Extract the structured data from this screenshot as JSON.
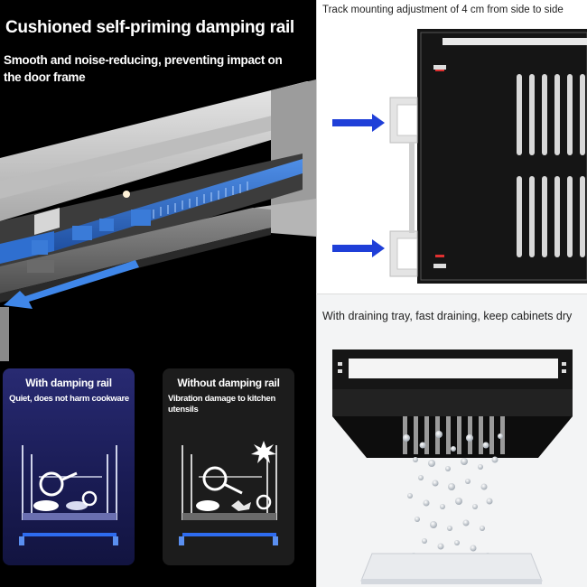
{
  "left_panel": {
    "headline": "Cushioned self-priming damping rail",
    "subline": "Smooth and noise-reducing, preventing impact on the door frame",
    "card_with": {
      "title": "With damping rail",
      "subtitle": "Quiet, does not harm cookware"
    },
    "card_without": {
      "title": "Without damping rail",
      "subtitle": "Vibration damage to kitchen utensils"
    }
  },
  "right_top": {
    "caption": "Track mounting adjustment of 4 cm from side to side"
  },
  "right_bottom": {
    "caption": "With draining tray, fast draining, keep cabinets dry"
  },
  "colors": {
    "rail_blue": "#2f6fd0",
    "arrow_blue": "#1f3fd8",
    "card_good": "#22246a",
    "card_bad": "#1c1c1c",
    "cabinet_black": "#151515"
  }
}
